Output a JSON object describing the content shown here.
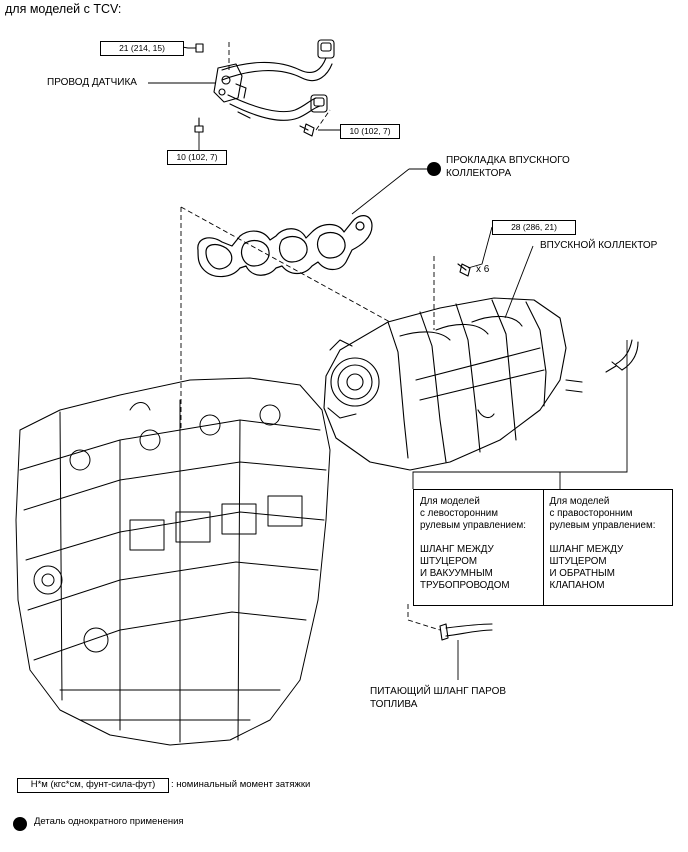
{
  "heading": "для моделей с TCV:",
  "labels": {
    "sensor_wire": "ПРОВОД ДАТЧИКА",
    "gasket_line1": "ПРОКЛАДКА ВПУСКНОГО",
    "gasket_line2": "КОЛЛЕКТОРА",
    "manifold": "ВПУСКНОЙ КОЛЛЕКТОР",
    "bolt_count": "x 6",
    "fuel_hose_line1": "ПИТАЮЩИЙ ШЛАНГ ПАРОВ",
    "fuel_hose_line2": "ТОПЛИВА"
  },
  "torque_specs": {
    "wire_bolt_top": "21 (214, 15)",
    "wire_bolt_left": "10 (102, 7)",
    "wire_bolt_right": "10 (102, 7)",
    "manifold_bolt": "28 (286, 21)"
  },
  "table": {
    "left": {
      "h1": "Для моделей",
      "h2": "с левосторонним",
      "h3": "рулевым управлением:",
      "b1": "ШЛАНГ МЕЖДУ",
      "b2": "ШТУЦЕРОМ",
      "b3": "И ВАКУУМНЫМ",
      "b4": "ТРУБОПРОВОДОМ"
    },
    "right": {
      "h1": "Для моделей",
      "h2": "с правосторонним",
      "h3": "рулевым управлением:",
      "b1": "ШЛАНГ МЕЖДУ",
      "b2": "ШТУЦЕРОМ",
      "b3": "И ОБРАТНЫМ",
      "b4": "КЛАПАНОМ"
    }
  },
  "legend": {
    "torque_box": "Н*м (кгс*см, фунт-сила-фут)",
    "torque_desc": ": номинальный момент затяжки",
    "single_use": "Деталь однократного применения"
  }
}
